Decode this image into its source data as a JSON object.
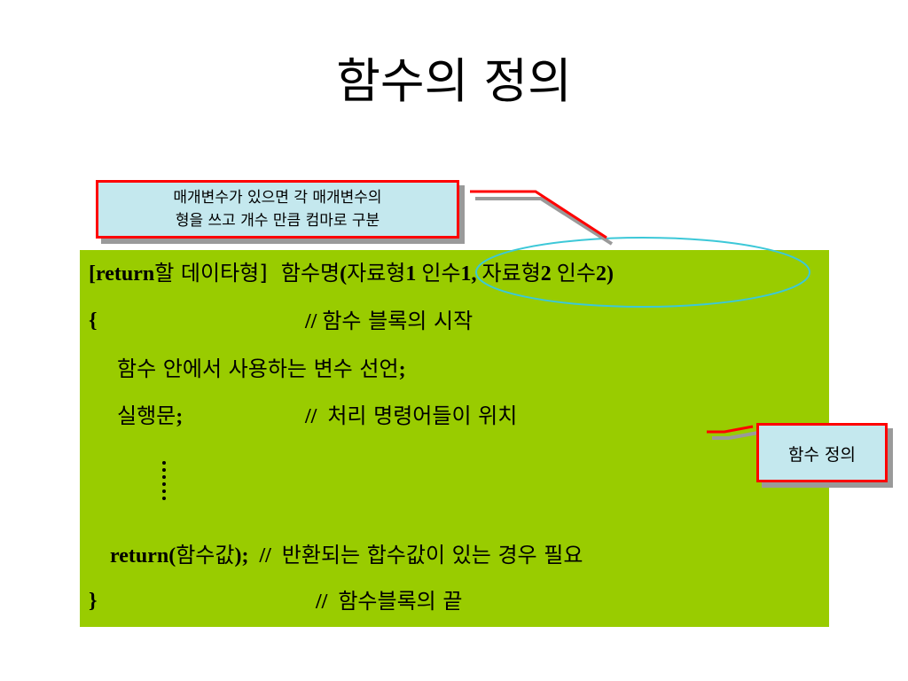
{
  "slide": {
    "title": "함수의 정의"
  },
  "callouts": {
    "params": {
      "line1": "매개변수가 있으면 각 매개변수의",
      "line2": "형을 쓰고 개수 만큼 컴마로 구분"
    },
    "definition": "함수 정의"
  },
  "code": {
    "line1": {
      "bracket_open": "[",
      "return_kw": "return",
      "return_rest": "할 데이타형]  함수명",
      "paren_open": "(",
      "type1": "자료형",
      "num1": "1 ",
      "arg1": "인수",
      "num1b": "1, ",
      "type2": "자료형",
      "num2": "2 ",
      "arg2": "인수",
      "num2b": "2)"
    },
    "line2": {
      "brace": "{",
      "comment_slashes": "// ",
      "comment_text": "함수 블록의 시작"
    },
    "line3": {
      "text": "함수 안에서 사용하는 변수 선언",
      "semi": ";"
    },
    "line4": {
      "text": "실행문",
      "semi": ";",
      "comment_slashes": "//  ",
      "comment_text": "처리 명령어들이 위치"
    },
    "line5": {
      "return_kw": "return(",
      "value": "함수값",
      "after": ");  //  ",
      "comment_text": "반환되는 합수값이 있는 경우 필요"
    },
    "line6": {
      "brace": "}",
      "comment_slashes": "//  ",
      "comment_text": "함수블록의 끝"
    }
  },
  "colors": {
    "code_background": "#99cc00",
    "callout_fill": "#c4e8ee",
    "callout_border": "#ff0000",
    "ellipse": "#3cc8d8"
  }
}
